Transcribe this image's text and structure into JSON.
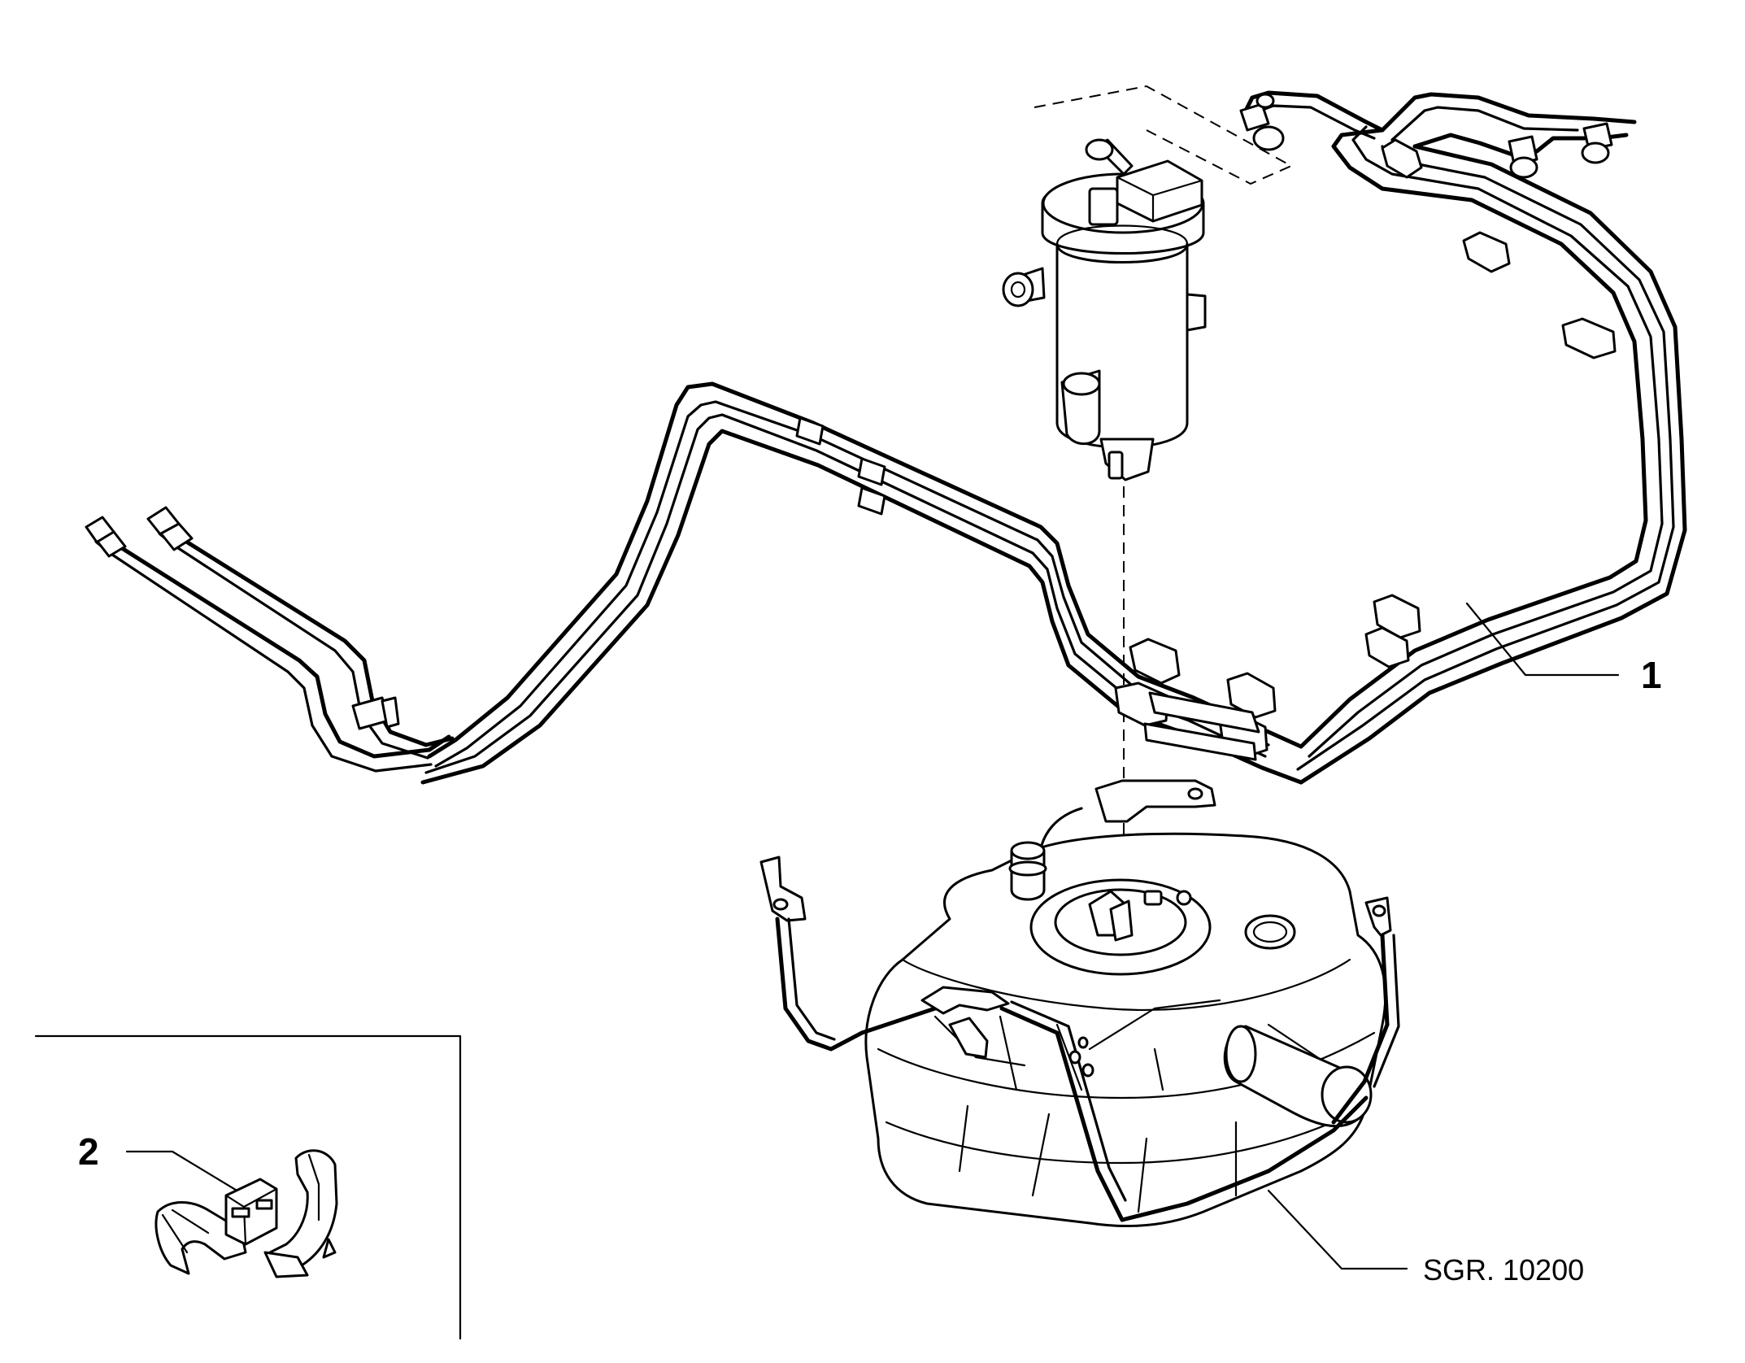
{
  "callouts": {
    "fuel_lines": "1",
    "clip": "2",
    "tank_reference": "SGR. 10200"
  },
  "colors": {
    "ink": "#000000",
    "background": "#ffffff"
  }
}
